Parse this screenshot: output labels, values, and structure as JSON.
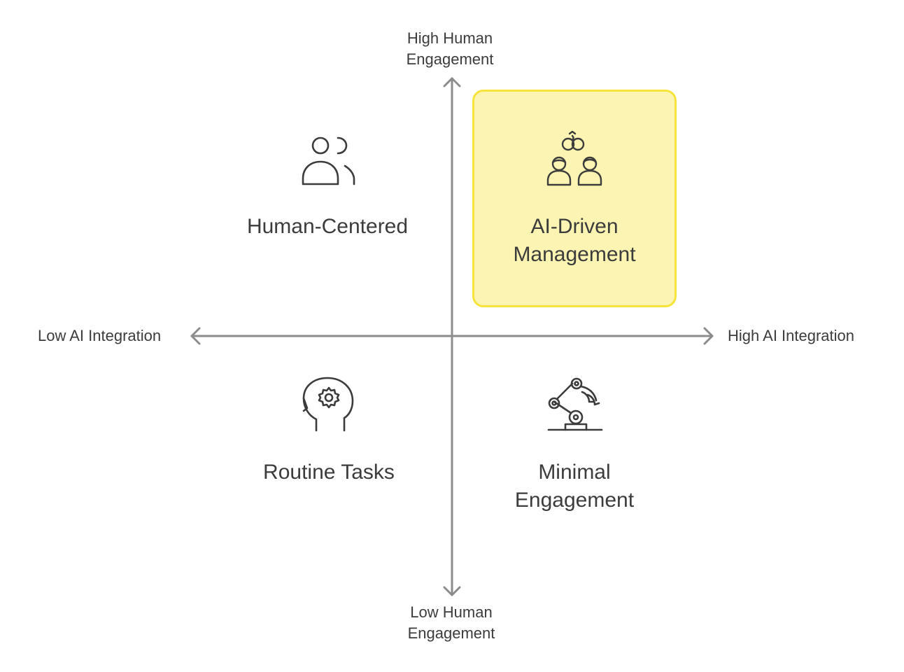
{
  "axes": {
    "top_line1": "High Human",
    "top_line2": "Engagement",
    "bottom_line1": "Low Human",
    "bottom_line2": "Engagement",
    "left": "Low AI Integration",
    "right": "High AI Integration"
  },
  "quadrants": {
    "top_left": {
      "title": "Human-Centered",
      "icon": "people-icon"
    },
    "top_right": {
      "title_line1": "AI-Driven",
      "title_line2": "Management",
      "icon": "team-with-ai-icon",
      "highlighted": true
    },
    "bottom_left": {
      "title": "Routine Tasks",
      "icon": "head-gear-icon"
    },
    "bottom_right": {
      "title_line1": "Minimal",
      "title_line2": "Engagement",
      "icon": "robot-arm-icon"
    }
  },
  "colors": {
    "axis": "#8c8c8c",
    "text": "#3c3c3c",
    "highlight_fill": "#fbf4b2",
    "highlight_border": "#f6e33c",
    "icon_stroke": "#3c3c3c"
  }
}
